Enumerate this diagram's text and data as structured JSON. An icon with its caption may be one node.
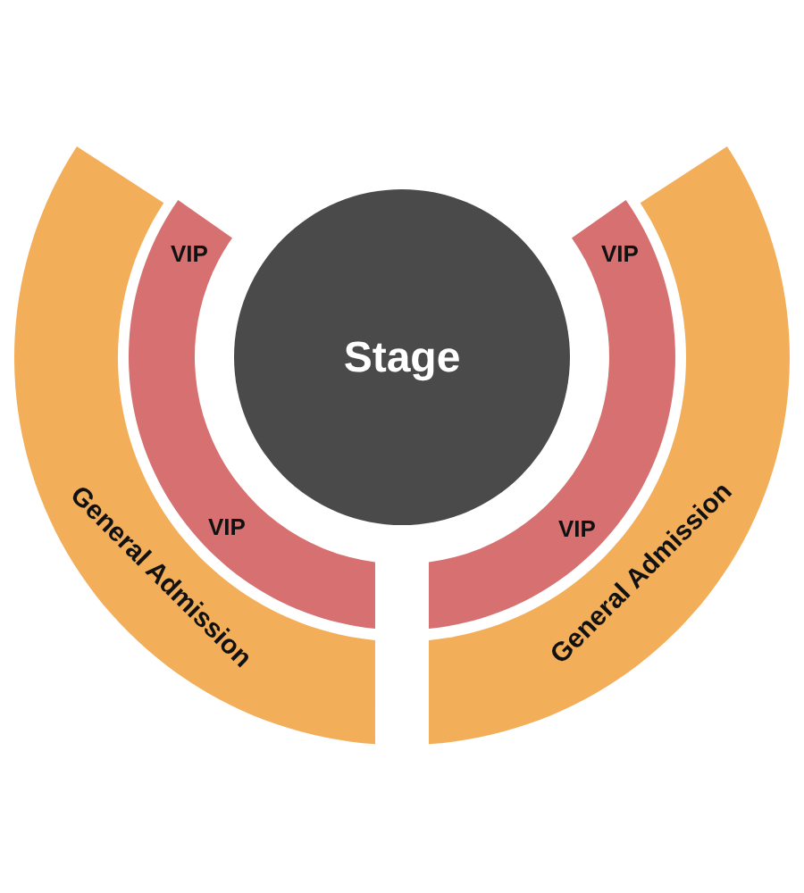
{
  "diagram": {
    "nodes": [
      {
        "text": [
          "General Admission"
        ]
      },
      {
        "text": [
          "VIP",
          "VIP"
        ]
      },
      {
        "text": [
          "Stage"
        ]
      },
      {
        "text": [
          "VIP",
          "VIP"
        ]
      },
      {
        "text": [
          "General Admission"
        ]
      }
    ]
  }
}
